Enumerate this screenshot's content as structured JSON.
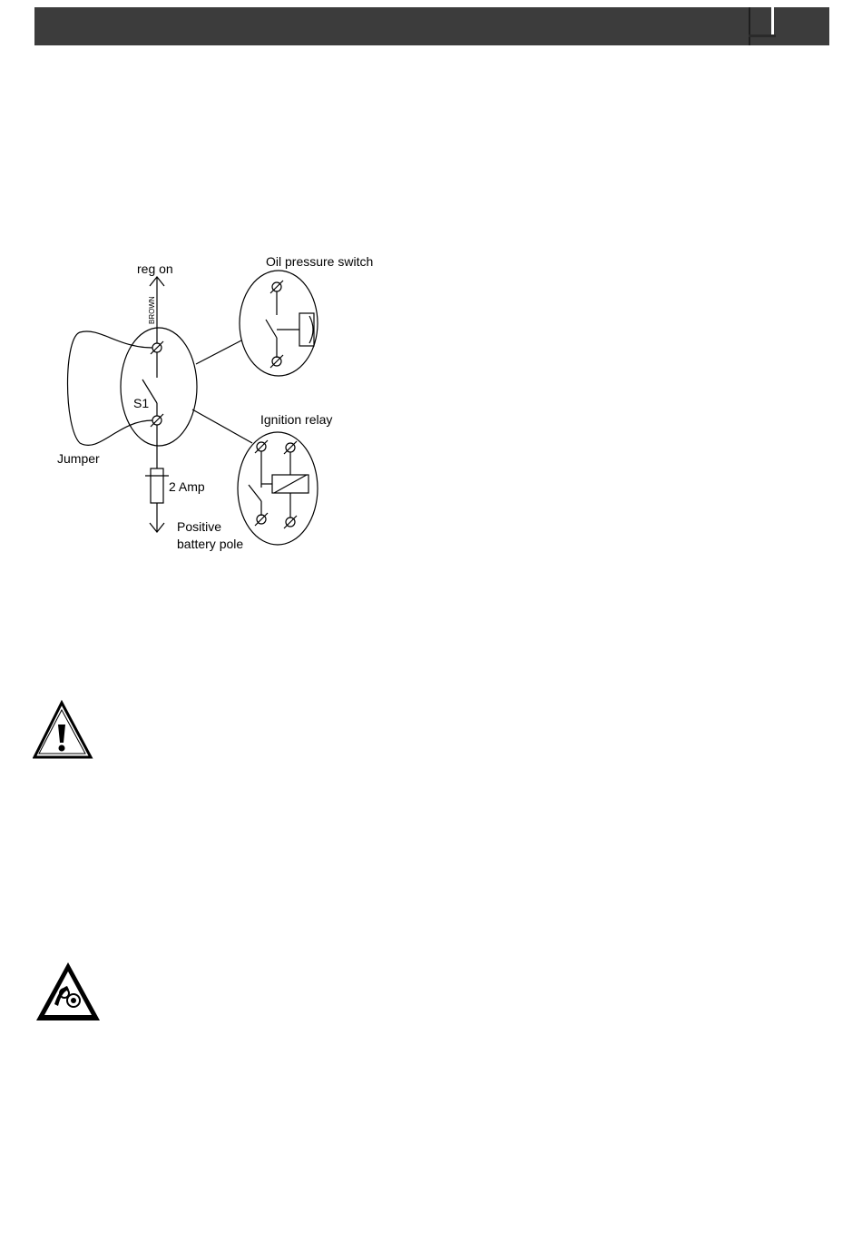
{
  "diagram": {
    "labels": {
      "reg_on": "reg on",
      "brown": "BROWN",
      "oil_pressure_switch": "Oil pressure switch",
      "s1": "S1",
      "jumper": "Jumper",
      "ignition_relay": "Ignition relay",
      "fuse": "2 Amp",
      "positive_line1": "Positive",
      "positive_line2": "battery pole"
    }
  },
  "icons": {
    "warning": "warning-triangle-icon",
    "hazard": "rotating-parts-hazard-icon"
  },
  "colors": {
    "header": "#3c3c3c",
    "line": "#000000"
  }
}
